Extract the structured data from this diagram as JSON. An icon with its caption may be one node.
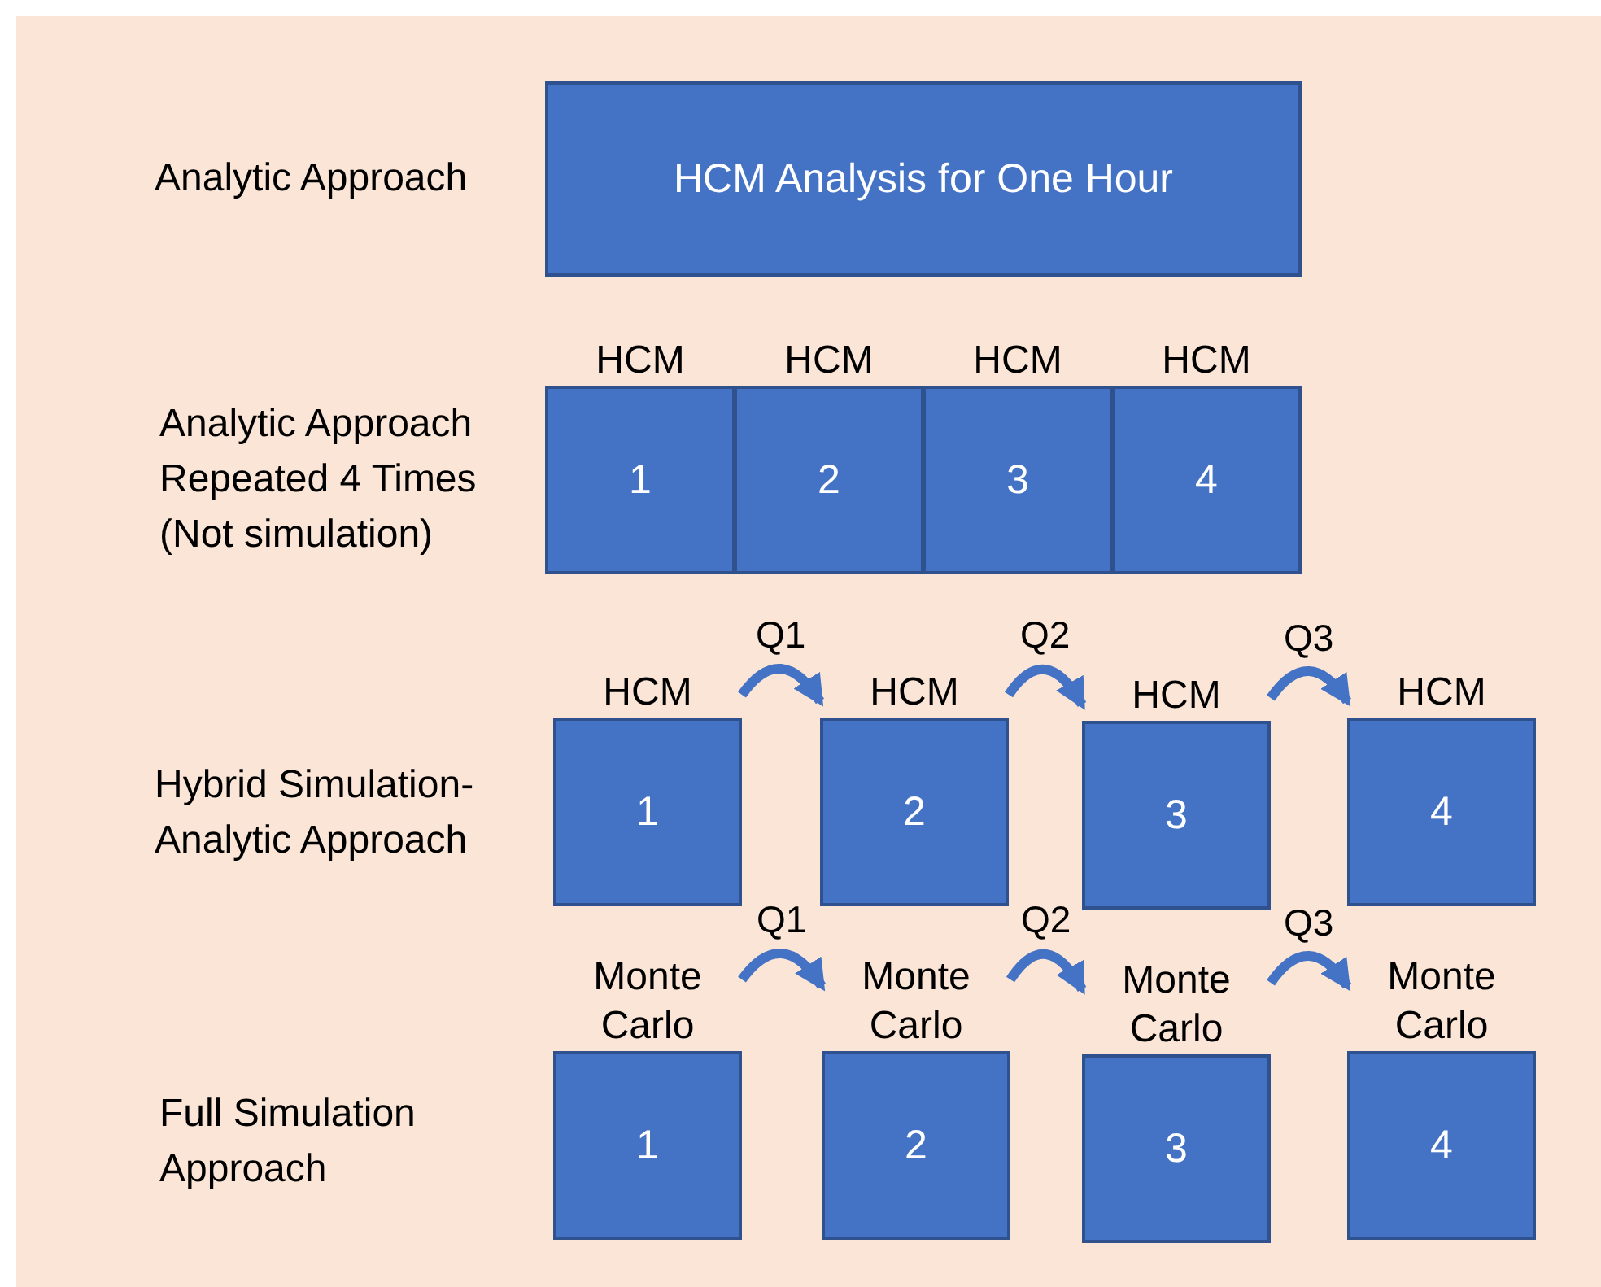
{
  "diagram": {
    "nodes": [
      {
        "text": [
          "HCM Analysis for One Hour"
        ]
      },
      {
        "text": [
          "HCM",
          "1"
        ]
      },
      {
        "text": [
          "HCM",
          "2"
        ]
      },
      {
        "text": [
          "HCM",
          "3"
        ]
      },
      {
        "text": [
          "HCM",
          "4"
        ]
      },
      {
        "text": [
          "HCM",
          "1"
        ]
      },
      {
        "text": [
          "HCM",
          "2"
        ]
      },
      {
        "text": [
          "HCM",
          "3"
        ]
      },
      {
        "text": [
          "HCM",
          "4"
        ]
      },
      {
        "text": [
          "Monte Carlo",
          "1"
        ]
      },
      {
        "text": [
          "Monte Carlo",
          "2"
        ]
      },
      {
        "text": [
          "Monte Carlo",
          "3"
        ]
      },
      {
        "text": [
          "Monte Carlo",
          "4"
        ]
      }
    ],
    "edges": [
      {
        "from": 5,
        "to": 6,
        "arrow": "to",
        "label": "Q1"
      },
      {
        "from": 6,
        "to": 7,
        "arrow": "to",
        "label": "Q2"
      },
      {
        "from": 7,
        "to": 8,
        "arrow": "to",
        "label": "Q3"
      },
      {
        "from": 9,
        "to": 10,
        "arrow": "to",
        "label": "Q1"
      },
      {
        "from": 10,
        "to": 11,
        "arrow": "to",
        "label": "Q2"
      },
      {
        "from": 11,
        "to": 12,
        "arrow": "to",
        "label": "Q3"
      }
    ],
    "labels": [
      "Analytic Approach",
      "Analytic Approach Repeated 4 Times (Not simulation)",
      "Hybrid Simulation- Analytic Approach",
      "Full Simulation Approach"
    ]
  }
}
